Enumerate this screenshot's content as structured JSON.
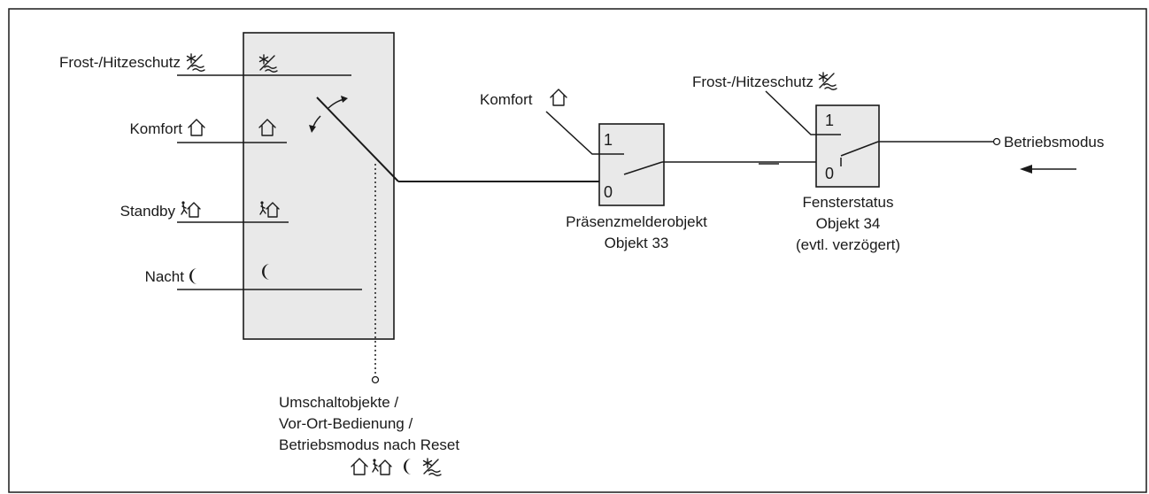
{
  "left_labels": {
    "frost": "Frost-/Hitzeschutz",
    "komfort": "Komfort",
    "standby": "Standby",
    "nacht": "Nacht"
  },
  "presence": {
    "input_label": "Komfort",
    "pos_1": "1",
    "pos_0": "0",
    "caption_line1": "Präsenzmelderobjekt",
    "caption_line2": "Objekt 33"
  },
  "window": {
    "input_label": "Frost-/Hitzeschutz",
    "pos_1": "1",
    "pos_0": "0",
    "caption_line1": "Fensterstatus",
    "caption_line2": "Objekt 34",
    "caption_line3": "(evtl. verzögert)"
  },
  "output_label": "Betriebsmodus",
  "bottom": {
    "line1": "Umschaltobjekte /",
    "line2": "Vor-Ort-Bedienung /",
    "line3": "Betriebsmodus nach Reset"
  },
  "icons": {
    "frost": "frost-heat-icon",
    "komfort": "house-icon",
    "standby": "standby-person-house-icon",
    "nacht": "moon-icon"
  },
  "colors": {
    "box_fill": "#e9e9e9",
    "line": "#1a1a1a"
  }
}
